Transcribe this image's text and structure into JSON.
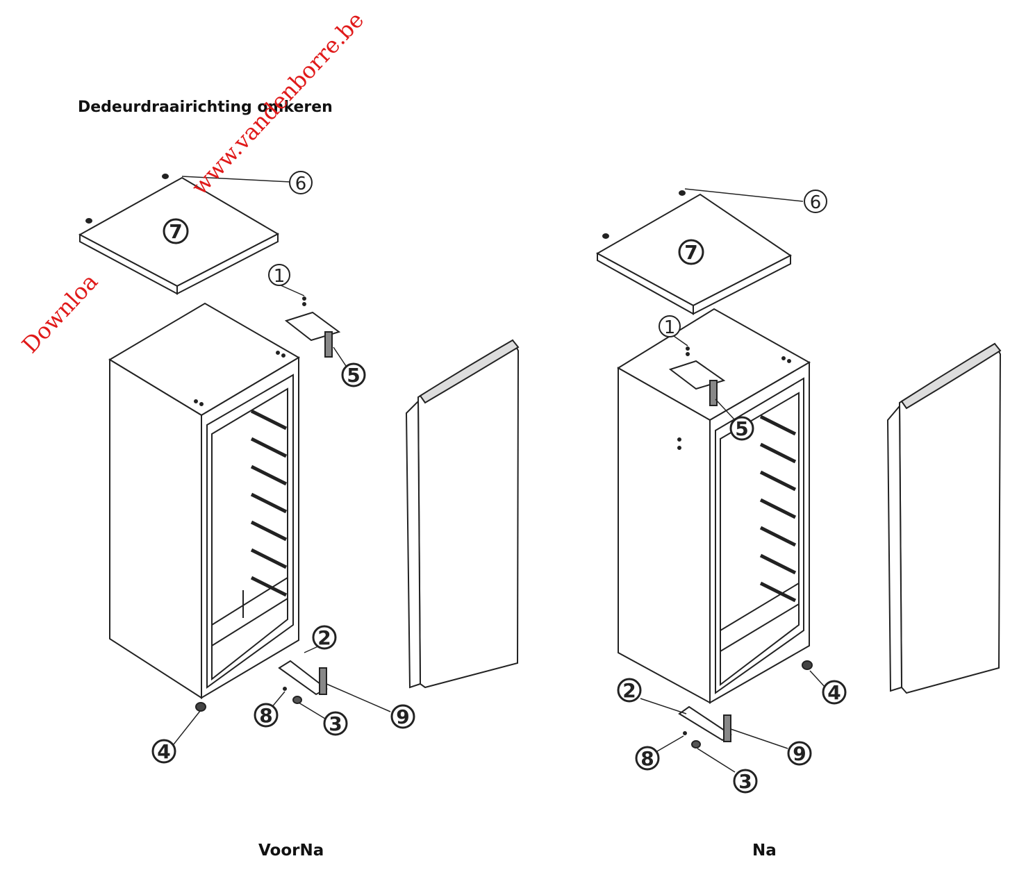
{
  "heading": "Dedeurdraairichting omkeren",
  "watermark_url": "www.vandenborre.be",
  "watermark_download": "Downloa",
  "captions": {
    "left": "VoorNa",
    "right": "Na"
  },
  "callouts": {
    "c1": "1",
    "c2": "2",
    "c3": "3",
    "c4": "4",
    "c5": "5",
    "c6": "6",
    "c7": "7",
    "c8": "8",
    "c9": "9"
  },
  "colors": {
    "line": "#222222",
    "watermark": "#e01919"
  }
}
